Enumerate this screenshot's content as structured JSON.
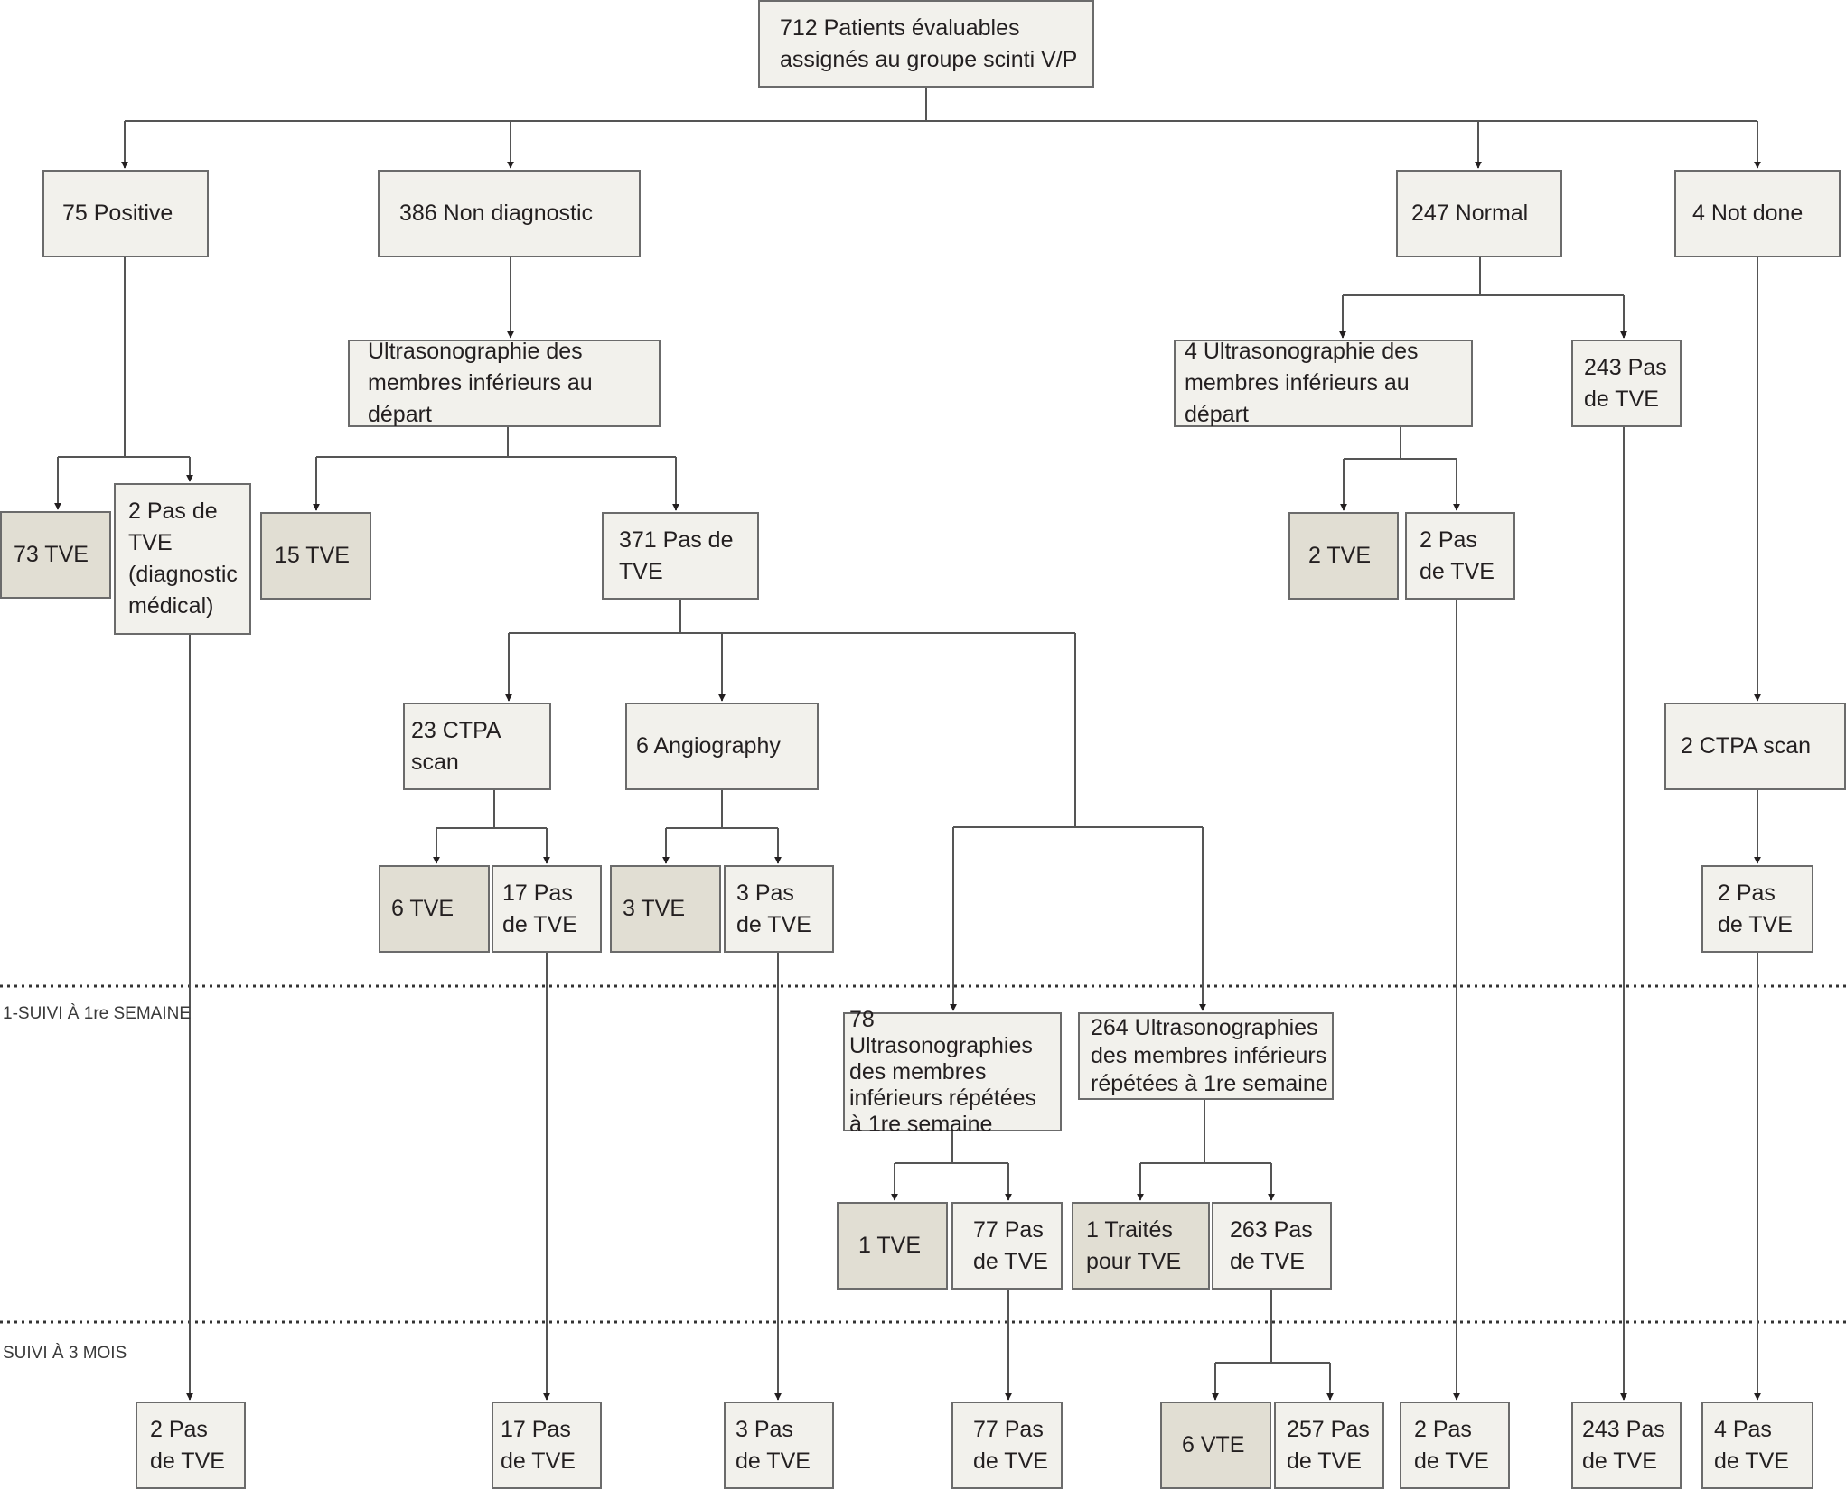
{
  "phases": {
    "week1": "1-SUIVI À 1re SEMAINE",
    "month3": "SUIVI À 3 MOIS"
  },
  "colors": {
    "box_fill": "#f2f1ec",
    "tve_fill": "#e1ded3",
    "border": "#6b6b6b"
  },
  "nodes": {
    "root": "712 Patients évaluables\nassignés au groupe scinti V/P",
    "positive": "75 Positive",
    "nondiag": "386 Non diagnostic",
    "normal": "247 Normal",
    "notdone": "4 Not done",
    "us_nd": "Ultrasonographie des\nmembres inférieurs au départ",
    "pos_tve": "73 TVE",
    "pos_nontve": "2 Pas de\nTVE\n(diagnostic\nmédical)",
    "nd_tve": "15 TVE",
    "nd_nontve": "371 Pas de\n      TVE",
    "ctpa23": "23 CTPA scan",
    "angio6": "6 Angiography",
    "ctpa_tve": "6 TVE",
    "ctpa_non": " 17 Pas\n de TVE",
    "angio_tve": "3 TVE",
    "angio_non": " 3 Pas\n de TVE",
    "us_norm": "4 Ultrasonographie des\nmembres inférieurs au départ",
    "norm_non243": "243 Pas\nde TVE",
    "usn_tve": "2 TVE",
    "usn_non": " 2 Pas\n de TVE",
    "ctpa2": "2 CTPA scan",
    "nd2_non": " 2 Pas\n de TVE",
    "us78": "78 Ultrasonographies\n   des membres\n   inférieurs répétées\n   à 1re semaine",
    "us264": "264 Ultrasonographies\ndes membres inférieurs\nrépétées à 1re semaine",
    "us78_tve": "1 TVE",
    "us78_non": "77 Pas\nde TVE",
    "us264_tve": "1 Traités\npour TVE",
    "us264_non": "263 Pas\nde TVE",
    "m3_pos": "2 Pas\nde TVE",
    "m3_ctpa": " 17 Pas\n de TVE",
    "m3_angio": "3 Pas\nde TVE",
    "m3_us78": "77 Pas\nde TVE",
    "m3_vte": "6 VTE",
    "m3_257": "257 Pas\nde TVE",
    "m3_usn": "2 Pas\n  de TVE",
    "m3_243": "243 Pas\nde TVE",
    "m3_nd": "4 Pas\nde TVE"
  }
}
